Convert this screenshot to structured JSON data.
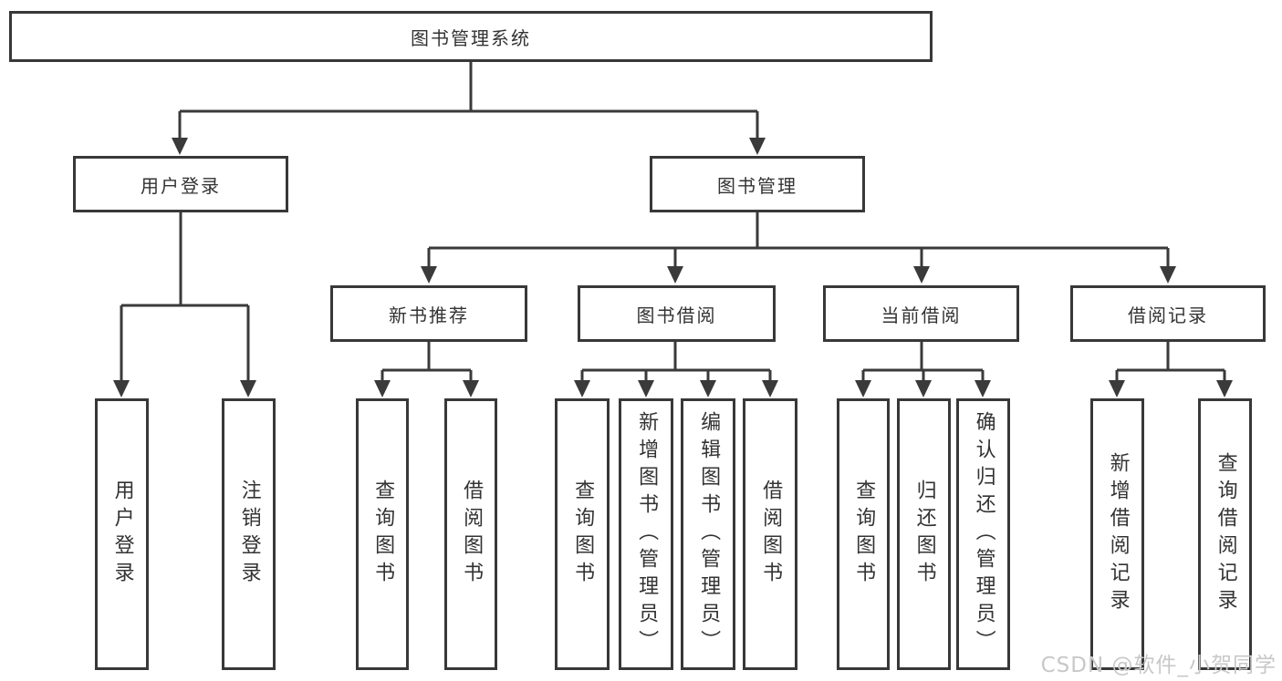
{
  "diagram": {
    "root": {
      "label": "图书管理系统"
    },
    "level2": [
      {
        "label": "用户登录"
      },
      {
        "label": "图书管理"
      }
    ],
    "level3": [
      {
        "label": "新书推荐"
      },
      {
        "label": "图书借阅"
      },
      {
        "label": "当前借阅"
      },
      {
        "label": "借阅记录"
      }
    ],
    "leaves": {
      "user_login": [
        {
          "label": "用户登录"
        },
        {
          "label": "注销登录"
        }
      ],
      "new_book": [
        {
          "label": "查询图书"
        },
        {
          "label": "借阅图书"
        }
      ],
      "book_borrow": [
        {
          "label": "查询图书"
        },
        {
          "label": "新增图书（管理员）"
        },
        {
          "label": "编辑图书（管理员）"
        },
        {
          "label": "借阅图书"
        }
      ],
      "current_borrow": [
        {
          "label": "查询图书"
        },
        {
          "label": "归还图书"
        },
        {
          "label": "确认归还（管理员）"
        }
      ],
      "borrow_record": [
        {
          "label": "新增借阅记录"
        },
        {
          "label": "查询借阅记录"
        }
      ]
    }
  },
  "watermark": {
    "text": "CSDN @软件_小贺同学"
  },
  "colors": {
    "line": "#3a3a3a",
    "box_border": "#383838",
    "text": "#333333",
    "watermark": "#c8c8c8"
  }
}
